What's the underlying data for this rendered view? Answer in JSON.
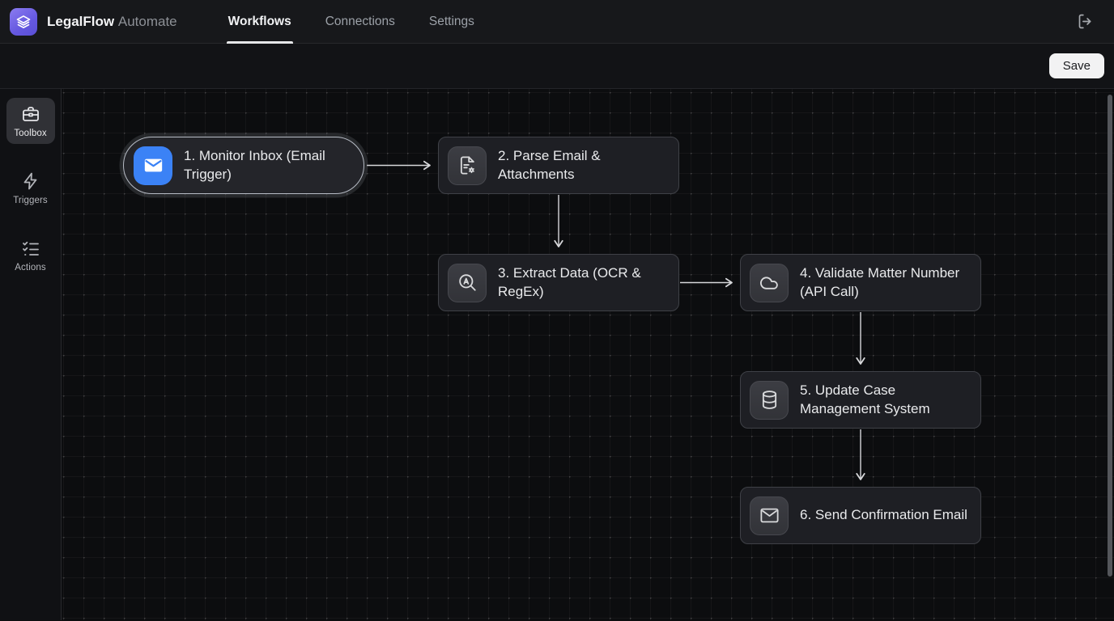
{
  "app": {
    "title_primary": "LegalFlow",
    "title_secondary": "Automate",
    "logo_icon": "layers-icon",
    "accent_color": "#6d5ee6"
  },
  "nav": {
    "items": [
      {
        "label": "Workflows",
        "active": true
      },
      {
        "label": "Connections",
        "active": false
      },
      {
        "label": "Settings",
        "active": false
      }
    ],
    "logout_icon": "logout-icon"
  },
  "toolbar": {
    "save_label": "Save"
  },
  "sidebar": {
    "items": [
      {
        "label": "Toolbox",
        "icon": "briefcase-icon",
        "active": true
      },
      {
        "label": "Triggers",
        "icon": "zap-icon",
        "active": false
      },
      {
        "label": "Actions",
        "icon": "list-checks-icon",
        "active": false
      }
    ]
  },
  "canvas": {
    "nodes": [
      {
        "id": 1,
        "label": "1. Monitor Inbox (Email Trigger)",
        "icon": "mail-icon",
        "shape": "pill",
        "selected": true,
        "icon_bg": "#3b82f6"
      },
      {
        "id": 2,
        "label": "2. Parse Email & Attachments",
        "icon": "file-gear-icon",
        "shape": "rect",
        "selected": false,
        "icon_bg": "#38393f"
      },
      {
        "id": 3,
        "label": "3. Extract Data (OCR & RegEx)",
        "icon": "text-search-icon",
        "shape": "rect",
        "selected": false,
        "icon_bg": "#38393f"
      },
      {
        "id": 4,
        "label": "4. Validate Matter Number (API Call)",
        "icon": "cloud-icon",
        "shape": "rect",
        "selected": false,
        "icon_bg": "#38393f"
      },
      {
        "id": 5,
        "label": "5. Update Case Management System",
        "icon": "database-icon",
        "shape": "rect",
        "selected": false,
        "icon_bg": "#38393f"
      },
      {
        "id": 6,
        "label": "6. Send Confirmation Email",
        "icon": "mail-outline-icon",
        "shape": "rect",
        "selected": false,
        "icon_bg": "#38393f"
      }
    ],
    "edges": [
      {
        "from": 1,
        "to": 2,
        "direction": "right"
      },
      {
        "from": 2,
        "to": 3,
        "direction": "down"
      },
      {
        "from": 3,
        "to": 4,
        "direction": "right"
      },
      {
        "from": 4,
        "to": 5,
        "direction": "down"
      },
      {
        "from": 5,
        "to": 6,
        "direction": "down"
      }
    ],
    "edge_color": "#d7d8db",
    "grid": "dot-grid-25px"
  }
}
